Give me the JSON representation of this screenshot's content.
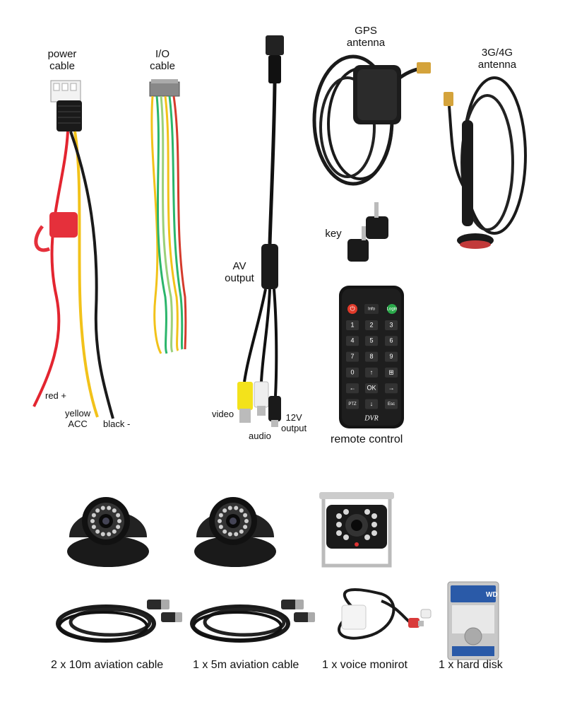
{
  "labels": {
    "power_cable": [
      "power",
      "cable"
    ],
    "io_cable": [
      "I/O",
      "cable"
    ],
    "gps_antenna": [
      "GPS",
      "antenna"
    ],
    "lte_antenna": [
      "3G/4G",
      "antenna"
    ],
    "key": "key",
    "av_output": [
      "AV",
      "output"
    ],
    "red": "red +",
    "yellow": [
      "yellow",
      "ACC"
    ],
    "black": "black -",
    "video": "video",
    "audio": "audio",
    "v12": [
      "12V",
      "output"
    ],
    "remote_control": "remote control"
  },
  "remote": {
    "brand": "DVR",
    "top": [
      "Info",
      "Login"
    ],
    "keys": [
      "1",
      "2",
      "3",
      "4",
      "5",
      "6",
      "7",
      "8",
      "9",
      "0",
      "↑",
      "⊞",
      "←",
      "OK",
      "→",
      "PTZ",
      "↓",
      "Esc"
    ]
  },
  "captions": {
    "cable_10m": "2 x 10m aviation cable",
    "cable_5m": "1 x 5m aviation cable",
    "voice": "1 x voice monirot",
    "hdd": "1 x hard disk"
  },
  "hdd_brand": "WD"
}
